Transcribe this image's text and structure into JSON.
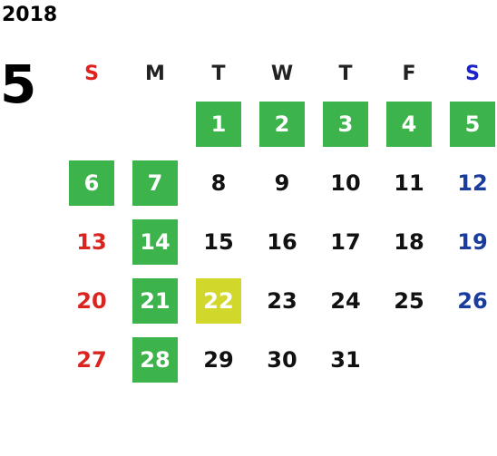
{
  "calendar": {
    "year": "2018",
    "month": "5",
    "weekdays": [
      "S",
      "M",
      "T",
      "W",
      "T",
      "F",
      "S"
    ],
    "colors": {
      "holiday_bg": "#3cb44b",
      "today_bg": "#d1d82b",
      "sunday_text": "#d9241f",
      "saturday_text": "#1a3c9c"
    },
    "weeks": [
      [
        {
          "d": ""
        },
        {
          "d": ""
        },
        {
          "d": "1",
          "status": "holiday"
        },
        {
          "d": "2",
          "status": "holiday"
        },
        {
          "d": "3",
          "status": "holiday"
        },
        {
          "d": "4",
          "status": "holiday"
        },
        {
          "d": "5",
          "status": "holiday"
        }
      ],
      [
        {
          "d": "6",
          "status": "holiday"
        },
        {
          "d": "7",
          "status": "holiday"
        },
        {
          "d": "8"
        },
        {
          "d": "9"
        },
        {
          "d": "10"
        },
        {
          "d": "11"
        },
        {
          "d": "12"
        }
      ],
      [
        {
          "d": "13"
        },
        {
          "d": "14",
          "status": "holiday"
        },
        {
          "d": "15"
        },
        {
          "d": "16"
        },
        {
          "d": "17"
        },
        {
          "d": "18"
        },
        {
          "d": "19"
        }
      ],
      [
        {
          "d": "20"
        },
        {
          "d": "21",
          "status": "holiday"
        },
        {
          "d": "22",
          "status": "today"
        },
        {
          "d": "23"
        },
        {
          "d": "24"
        },
        {
          "d": "25"
        },
        {
          "d": "26"
        }
      ],
      [
        {
          "d": "27"
        },
        {
          "d": "28",
          "status": "holiday"
        },
        {
          "d": "29"
        },
        {
          "d": "30"
        },
        {
          "d": "31"
        },
        {
          "d": ""
        },
        {
          "d": ""
        }
      ]
    ]
  }
}
